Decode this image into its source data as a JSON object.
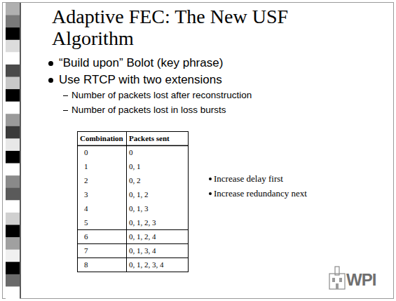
{
  "diagram": {
    "title": "Adaptive FEC: The New USF Algorithm",
    "labels": [
      "“Build upon” Bolot (key phrase)",
      "Use RTCP with two extensions",
      "Number of packets lost after reconstruction",
      "Number of packets lost in loss bursts",
      "Combination",
      "Packets sent",
      "0",
      "0",
      "1",
      "0, 1",
      "2",
      "0, 2",
      "3",
      "0, 1, 2",
      "4",
      "0, 1, 3",
      "5",
      "0, 1, 2, 3",
      "6",
      "0, 1, 2, 4",
      "7",
      "0, 1, 3, 4",
      "8",
      "0, 1, 2, 3, 4",
      "Increase delay first",
      "Increase redundancy next",
      "WPI"
    ]
  }
}
